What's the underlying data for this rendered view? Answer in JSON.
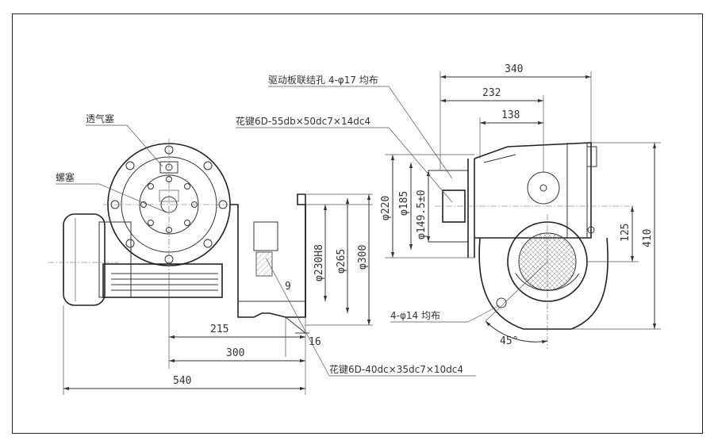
{
  "notes": {
    "drive_plate_holes": "驱动板联结孔 4-φ17 均布",
    "spline_top": "花键6D-55db×50dc7×14dc4",
    "breather": "透气塞",
    "plug": "螺塞",
    "holes_14": "4-φ14 均布",
    "spline_bottom": "花键6D-40dc×35dc7×10dc4"
  },
  "dimensions": {
    "d340": "340",
    "d232": "232",
    "d138": "138",
    "d220": "φ220",
    "d185": "φ185",
    "d149": "φ149.5±0",
    "d125": "125",
    "d410": "410",
    "d230": "φ230H8",
    "d265": "φ265",
    "d300v": "φ300",
    "d9": "9",
    "d16": "16",
    "d215": "215",
    "d300": "300",
    "d540": "540",
    "angle45": "45°"
  }
}
